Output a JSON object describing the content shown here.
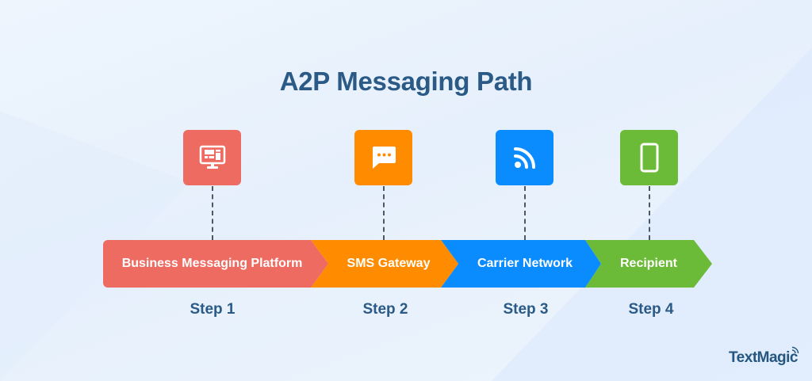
{
  "title": "A2P Messaging Path",
  "steps": [
    {
      "label": "Business Messaging Platform",
      "step": "Step 1",
      "icon": "monitor-icon",
      "color": "#ee6b62"
    },
    {
      "label": "SMS Gateway",
      "step": "Step 2",
      "icon": "chat-bubble-icon",
      "color": "#ff8c00"
    },
    {
      "label": "Carrier Network",
      "step": "Step 3",
      "icon": "signal-icon",
      "color": "#0a8cff"
    },
    {
      "label": "Recipient",
      "step": "Step 4",
      "icon": "mobile-phone-icon",
      "color": "#6cbb38"
    }
  ],
  "brand": "TextMagic",
  "colors": {
    "title": "#2a5a85",
    "background": "#eaf3fd",
    "dash": "#4a5868"
  }
}
